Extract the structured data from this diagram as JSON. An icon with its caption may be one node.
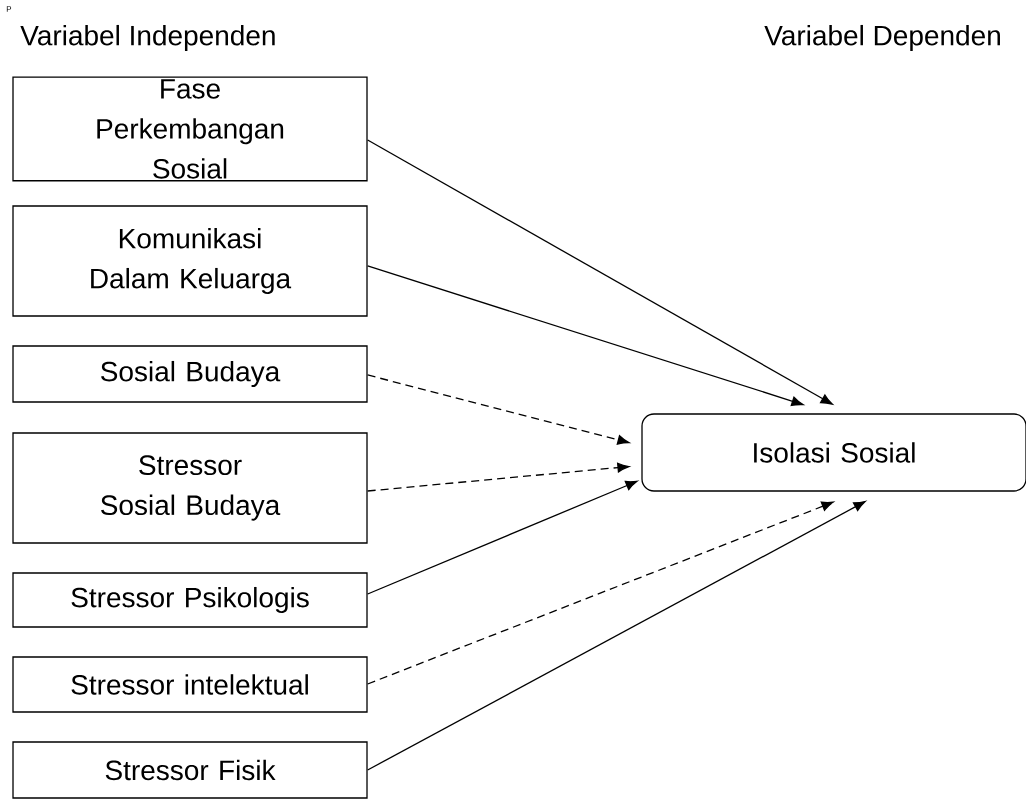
{
  "diagram": {
    "nodes": [
      {
        "text": [
          "Fase Perkembangan Sosial"
        ]
      },
      {
        "text": [
          "Komunikasi Dalam Keluarga"
        ]
      },
      {
        "text": [
          "Sosial Budaya"
        ]
      },
      {
        "text": [
          "Stressor Sosial Budaya"
        ]
      },
      {
        "text": [
          "Stressor Psikologis"
        ]
      },
      {
        "text": [
          "Stressor intelektual"
        ]
      },
      {
        "text": [
          "Stressor Fisik"
        ]
      },
      {
        "text": [
          "Isolasi Sosial"
        ]
      }
    ],
    "edges": [
      {
        "from": 0,
        "to": 7,
        "arrow": "to"
      },
      {
        "from": 1,
        "to": 7,
        "arrow": "to"
      },
      {
        "from": 2,
        "to": 7,
        "arrow": "to",
        "style": "dashed"
      },
      {
        "from": 3,
        "to": 7,
        "arrow": "to",
        "style": "dashed"
      },
      {
        "from": 4,
        "to": 7,
        "arrow": "to"
      },
      {
        "from": 5,
        "to": 7,
        "arrow": "to",
        "style": "dashed"
      },
      {
        "from": 6,
        "to": 7,
        "arrow": "to"
      }
    ],
    "labels": [
      "P",
      "Variabel Independen",
      "Variabel Dependen"
    ]
  }
}
